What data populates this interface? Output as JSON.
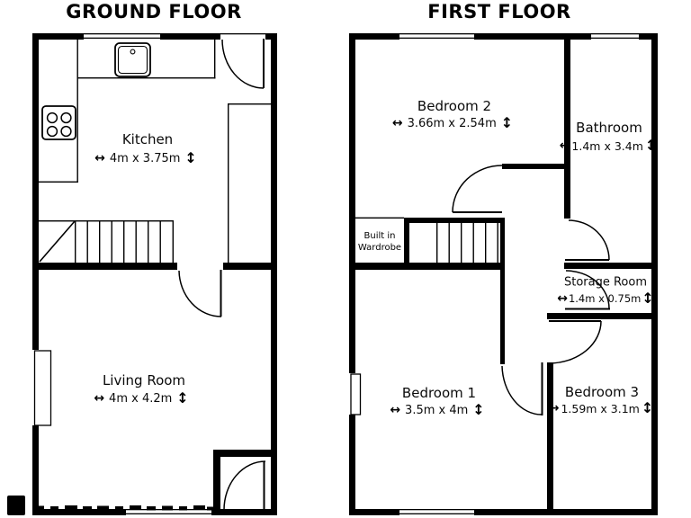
{
  "colors": {
    "ink": "#000000",
    "paper": "#ffffff"
  },
  "icons": {
    "width_arrow": "↔",
    "height_arrow": "↕"
  },
  "ground_floor": {
    "title": "GROUND FLOOR",
    "rooms": [
      {
        "name": "Kitchen",
        "dims": "4m x 3.75m"
      },
      {
        "name": "Living Room",
        "dims": "4m x 4.2m"
      }
    ]
  },
  "first_floor": {
    "title": "FIRST FLOOR",
    "rooms": [
      {
        "name": "Bedroom 2",
        "dims": "3.66m x 2.54m"
      },
      {
        "name": "Bathroom",
        "dims": "1.4m x 3.4m"
      },
      {
        "name": "Storage Room",
        "dims": "1.4m x 0.75m"
      },
      {
        "name": "Bedroom 1",
        "dims": "3.5m x 4m"
      },
      {
        "name": "Bedroom 3",
        "dims": "1.59m x 3.1m"
      }
    ],
    "labels": {
      "wardrobe": "Built in Wardrobe"
    }
  }
}
